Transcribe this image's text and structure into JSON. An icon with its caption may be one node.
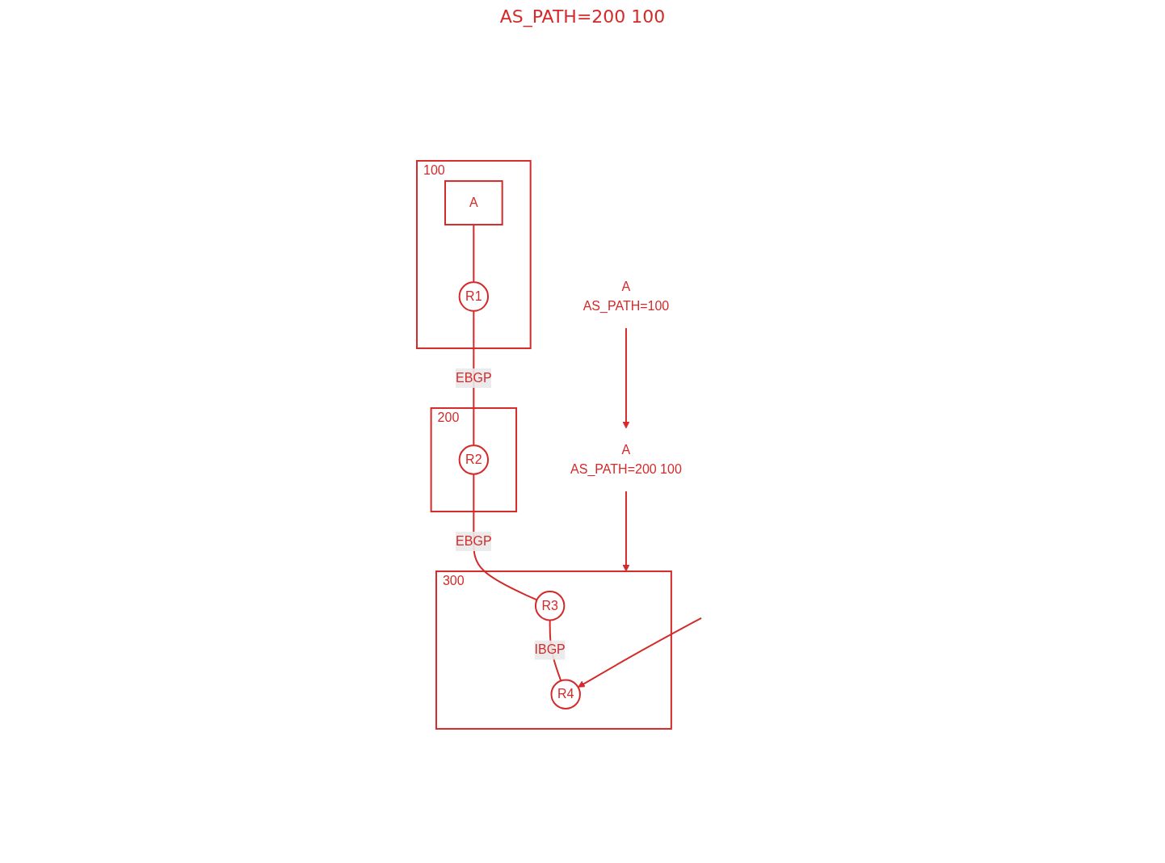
{
  "diagram": {
    "nodes": [
      {
        "text": [
          "100"
        ]
      },
      {
        "text": [
          "A"
        ],
        "in": 0
      },
      {
        "text": [
          "R1"
        ],
        "in": 0
      },
      {
        "text": [
          "200"
        ]
      },
      {
        "text": [
          "R2"
        ],
        "in": 3
      },
      {
        "text": [
          "300"
        ]
      },
      {
        "text": [
          "R3"
        ],
        "in": 5
      },
      {
        "text": [
          "R4"
        ],
        "in": 5
      },
      {
        "text": [
          "A",
          "AS_PATH=100"
        ]
      },
      {
        "text": [
          "A",
          "AS_PATH=200 100"
        ]
      }
    ],
    "edges": [
      {
        "from": 1,
        "to": 2,
        "arrow": "none"
      },
      {
        "from": 2,
        "to": 4,
        "label": "EBGP",
        "arrow": "none"
      },
      {
        "from": 4,
        "to": 6,
        "label": "EBGP",
        "arrow": "none"
      },
      {
        "from": 6,
        "to": 7,
        "label": "IBGP",
        "arrow": "none"
      },
      {
        "from": 8,
        "to": 9,
        "arrow": "to"
      },
      {
        "from": 9,
        "to": 5,
        "arrow": "to"
      },
      {
        "from": null,
        "to": 7,
        "arrow": "to"
      }
    ],
    "labels": [
      "AS_PATH=200 100"
    ]
  }
}
